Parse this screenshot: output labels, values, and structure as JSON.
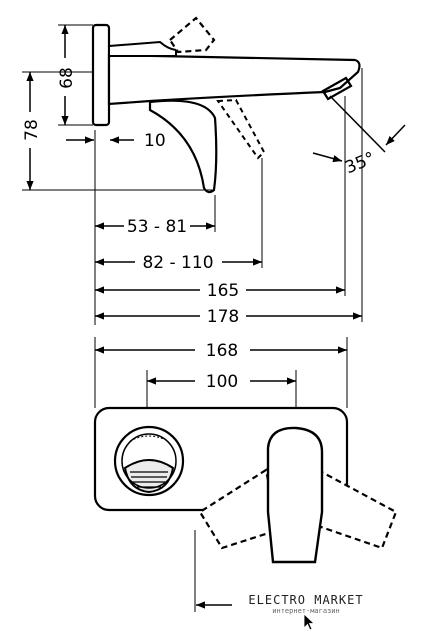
{
  "side_view": {
    "dim_68": "68",
    "dim_78": "78",
    "dim_10": "10",
    "dim_angle": "35°",
    "dim_53_81": "53 - 81",
    "dim_82_110": "82 - 110",
    "dim_165": "165",
    "dim_178": "178"
  },
  "top_view": {
    "dim_168": "168",
    "dim_100": "100"
  },
  "watermark": {
    "brand": "ELECTRO MARKET",
    "tagline": "интернет-магазин"
  }
}
